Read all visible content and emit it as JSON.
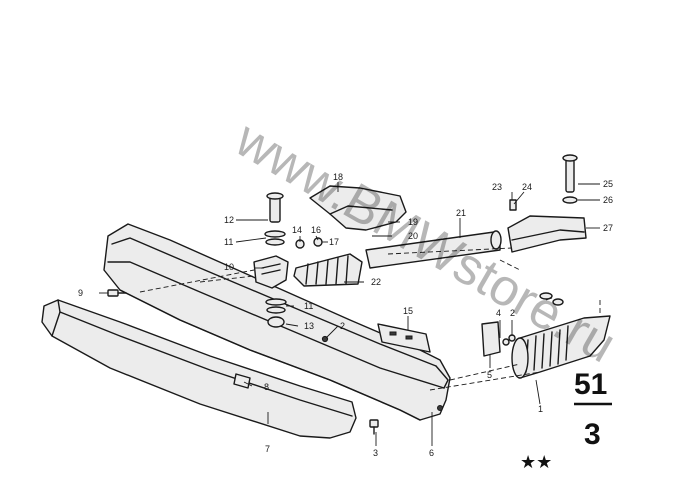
{
  "watermark": "www.BMWstore.ru",
  "group_number": {
    "main": "51",
    "sub": "3"
  },
  "marking": "★★",
  "callouts": {
    "c1": "1",
    "c2a": "2",
    "c2b": "2",
    "c3": "3",
    "c4": "4",
    "c5": "5",
    "c6": "6",
    "c7": "7",
    "c8": "8",
    "c9": "9",
    "c10": "10",
    "c11a": "11",
    "c11b": "11",
    "c12": "12",
    "c13": "13",
    "c14": "14",
    "c15": "15",
    "c16": "16",
    "c17": "17",
    "c18": "18",
    "c19": "19",
    "c20": "20",
    "c21": "21",
    "c22": "22",
    "c23": "23",
    "c24": "24",
    "c25": "25",
    "c26": "26",
    "c27": "27"
  }
}
